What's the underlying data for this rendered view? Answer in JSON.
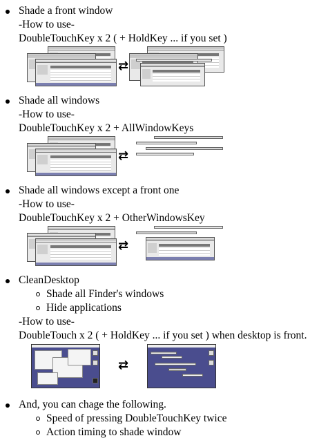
{
  "sections": [
    {
      "title": "Shade a front window",
      "howto": "-How to use-",
      "keys": "DoubleTouchKey x 2 ( + HoldKey ... if you set )"
    },
    {
      "title": "Shade all windows",
      "howto": "-How to use-",
      "keys": "DoubleTouchKey x 2 + AllWindowKeys"
    },
    {
      "title": "Shade all windows except a front one",
      "howto": "-How to use-",
      "keys": "DoubleTouchKey x 2 + OtherWindowsKey"
    },
    {
      "title": "CleanDesktop",
      "subitems": [
        "Shade all Finder's windows",
        "Hide applications"
      ],
      "howto": "-How to use-",
      "keys": "DoubleTouch x 2 ( + HoldKey ... if you set ) when desktop is front."
    },
    {
      "title": "And, you can chage the following.",
      "subitems": [
        "Speed of pressing DoubleTouchKey twice",
        "Action timing to shade window"
      ]
    }
  ],
  "arrow_glyph": "⇄"
}
